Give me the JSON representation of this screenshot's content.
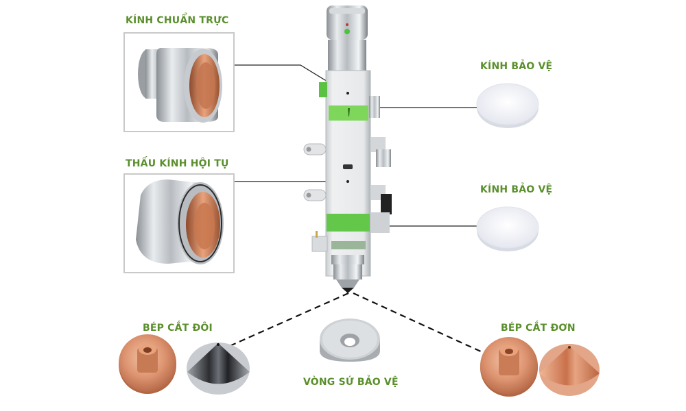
{
  "diagram": {
    "labels": {
      "collimator_lens": "KÍNH CHUẨN TRỰC",
      "focus_lens": "THẤU KÍNH HỘI TỤ",
      "protective_window_upper": "KÍNH BẢO VỆ",
      "protective_window_lower": "KÍNH BẢO VỆ",
      "double_nozzle": "BÉP CẮT ĐÔI",
      "ceramic_ring": "VÒNG SỨ BẢO VỆ",
      "single_nozzle": "BÉP CẮT ĐƠN"
    },
    "colors": {
      "label_green": "#5a8f2c",
      "head_green": "#6dcb4f",
      "copper": "#d98a63",
      "steel": "#b8bcc0",
      "leader_line": "#222222"
    }
  }
}
